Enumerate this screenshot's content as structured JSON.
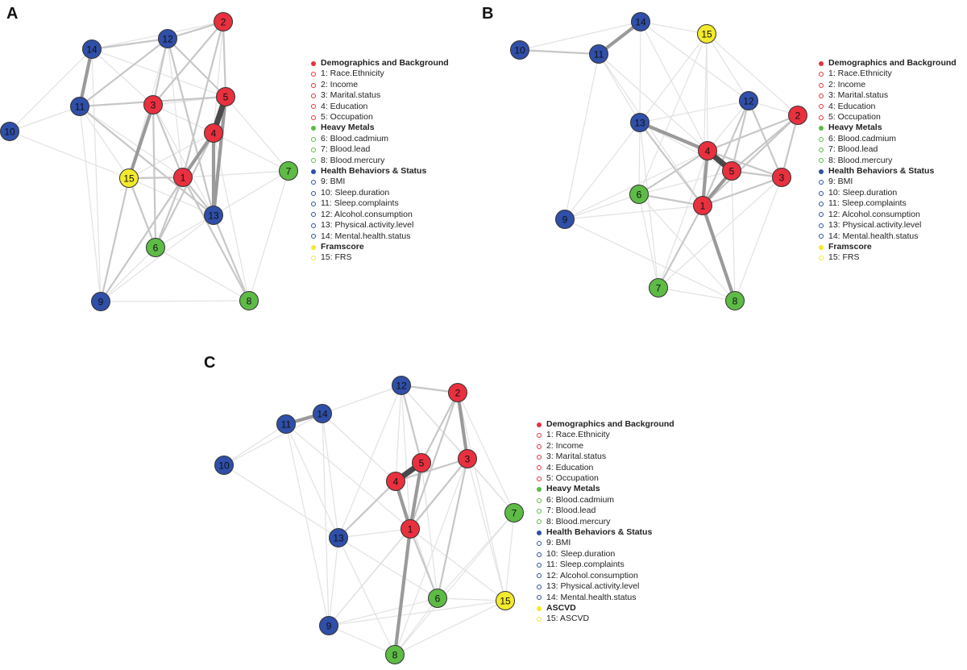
{
  "colors": {
    "demographics": "#e8303f",
    "metals": "#5dbb46",
    "health": "#2f4fa8",
    "score": "#f2ea2c",
    "node_stroke": "#333333"
  },
  "legend_groups": [
    {
      "key": "demographics",
      "title": "Demographics and Background",
      "items": [
        "1: Race.Ethnicity",
        "2: Income",
        "3: Marital.status",
        "4: Education",
        "5: Occupation"
      ]
    },
    {
      "key": "metals",
      "title": "Heavy Metals",
      "items": [
        "6: Blood.cadmium",
        "7: Blood.lead",
        "8: Blood.mercury"
      ]
    },
    {
      "key": "health",
      "title": "Health Behaviors & Status",
      "items": [
        "9: BMI",
        "10: Sleep.duration",
        "11: Sleep.complaints",
        "12: Alcohol.consumption",
        "13: Physical.activity.level",
        "14: Mental.health.status"
      ]
    }
  ],
  "panels": [
    {
      "label": "A",
      "score_title": "Framscore",
      "score_item": "15: FRS",
      "nodes": [
        {
          "id": "1",
          "group": "demographics"
        },
        {
          "id": "2",
          "group": "demographics"
        },
        {
          "id": "3",
          "group": "demographics"
        },
        {
          "id": "4",
          "group": "demographics"
        },
        {
          "id": "5",
          "group": "demographics"
        },
        {
          "id": "6",
          "group": "metals"
        },
        {
          "id": "7",
          "group": "metals"
        },
        {
          "id": "8",
          "group": "metals"
        },
        {
          "id": "9",
          "group": "health"
        },
        {
          "id": "10",
          "group": "health"
        },
        {
          "id": "11",
          "group": "health"
        },
        {
          "id": "12",
          "group": "health"
        },
        {
          "id": "13",
          "group": "health"
        },
        {
          "id": "14",
          "group": "health"
        },
        {
          "id": "15",
          "group": "score"
        }
      ],
      "edges": [
        [
          "4",
          "5",
          3
        ],
        [
          "11",
          "14",
          2
        ],
        [
          "3",
          "15",
          2
        ],
        [
          "1",
          "4",
          2
        ],
        [
          "4",
          "13",
          2
        ],
        [
          "5",
          "13",
          2
        ],
        [
          "1",
          "6",
          1
        ],
        [
          "6",
          "4",
          1
        ],
        [
          "1",
          "3",
          1
        ],
        [
          "3",
          "2",
          1
        ],
        [
          "1",
          "2",
          1
        ],
        [
          "2",
          "5",
          1
        ],
        [
          "2",
          "12",
          1
        ],
        [
          "12",
          "3",
          1
        ],
        [
          "12",
          "13",
          1
        ],
        [
          "12",
          "5",
          1
        ],
        [
          "1",
          "8",
          1
        ],
        [
          "3",
          "6",
          1
        ],
        [
          "1",
          "13",
          1
        ],
        [
          "1",
          "15",
          1
        ],
        [
          "11",
          "13",
          1
        ],
        [
          "11",
          "5",
          1
        ],
        [
          "14",
          "12",
          1
        ],
        [
          "12",
          "11",
          1
        ],
        [
          "13",
          "8",
          1
        ],
        [
          "15",
          "9",
          1
        ],
        [
          "15",
          "6",
          1
        ],
        [
          "9",
          "4",
          1
        ],
        [
          "10",
          "11",
          0
        ],
        [
          "10",
          "14",
          0
        ],
        [
          "10",
          "15",
          0
        ],
        [
          "14",
          "2",
          0
        ],
        [
          "14",
          "3",
          0
        ],
        [
          "14",
          "5",
          0
        ],
        [
          "14",
          "9",
          0
        ],
        [
          "11",
          "15",
          0
        ],
        [
          "11",
          "9",
          0
        ],
        [
          "11",
          "1",
          0
        ],
        [
          "1",
          "7",
          0
        ],
        [
          "7",
          "5",
          0
        ],
        [
          "7",
          "4",
          0
        ],
        [
          "7",
          "8",
          0
        ],
        [
          "7",
          "13",
          0
        ],
        [
          "9",
          "6",
          0
        ],
        [
          "9",
          "13",
          0
        ],
        [
          "9",
          "8",
          0
        ],
        [
          "6",
          "13",
          0
        ],
        [
          "6",
          "8",
          0
        ],
        [
          "3",
          "5",
          0
        ],
        [
          "3",
          "4",
          0
        ],
        [
          "12",
          "15",
          0
        ],
        [
          "12",
          "1",
          0
        ],
        [
          "15",
          "13",
          0
        ],
        [
          "15",
          "4",
          0
        ],
        [
          "2",
          "4",
          0
        ],
        [
          "8",
          "4",
          0
        ],
        [
          "9",
          "1",
          0
        ],
        [
          "3",
          "13",
          0
        ]
      ]
    },
    {
      "label": "B",
      "score_title": "Framscore",
      "score_item": "15: FRS",
      "nodes": [
        {
          "id": "1",
          "group": "demographics"
        },
        {
          "id": "2",
          "group": "demographics"
        },
        {
          "id": "3",
          "group": "demographics"
        },
        {
          "id": "4",
          "group": "demographics"
        },
        {
          "id": "5",
          "group": "demographics"
        },
        {
          "id": "6",
          "group": "metals"
        },
        {
          "id": "7",
          "group": "metals"
        },
        {
          "id": "8",
          "group": "metals"
        },
        {
          "id": "9",
          "group": "health"
        },
        {
          "id": "10",
          "group": "health"
        },
        {
          "id": "11",
          "group": "health"
        },
        {
          "id": "12",
          "group": "health"
        },
        {
          "id": "13",
          "group": "health"
        },
        {
          "id": "14",
          "group": "health"
        },
        {
          "id": "15",
          "group": "score"
        }
      ],
      "edges": [
        [
          "4",
          "5",
          3
        ],
        [
          "11",
          "14",
          2
        ],
        [
          "1",
          "4",
          2
        ],
        [
          "1",
          "5",
          2
        ],
        [
          "13",
          "4",
          2
        ],
        [
          "1",
          "8",
          2
        ],
        [
          "10",
          "11",
          1
        ],
        [
          "1",
          "3",
          1
        ],
        [
          "3",
          "2",
          1
        ],
        [
          "2",
          "5",
          1
        ],
        [
          "5",
          "3",
          1
        ],
        [
          "1",
          "7",
          1
        ],
        [
          "1",
          "6",
          1
        ],
        [
          "4",
          "3",
          1
        ],
        [
          "12",
          "3",
          1
        ],
        [
          "12",
          "5",
          1
        ],
        [
          "12",
          "1",
          1
        ],
        [
          "6",
          "4",
          1
        ],
        [
          "13",
          "1",
          1
        ],
        [
          "4",
          "2",
          1
        ],
        [
          "1",
          "2",
          1
        ],
        [
          "10",
          "14",
          0
        ],
        [
          "14",
          "13",
          0
        ],
        [
          "14",
          "12",
          0
        ],
        [
          "14",
          "4",
          0
        ],
        [
          "14",
          "15",
          0
        ],
        [
          "11",
          "13",
          0
        ],
        [
          "11",
          "9",
          0
        ],
        [
          "11",
          "1",
          0
        ],
        [
          "11",
          "4",
          0
        ],
        [
          "15",
          "13",
          0
        ],
        [
          "15",
          "12",
          0
        ],
        [
          "15",
          "2",
          0
        ],
        [
          "15",
          "6",
          0
        ],
        [
          "15",
          "4",
          0
        ],
        [
          "15",
          "1",
          0
        ],
        [
          "9",
          "13",
          0
        ],
        [
          "9",
          "6",
          0
        ],
        [
          "9",
          "1",
          0
        ],
        [
          "9",
          "4",
          0
        ],
        [
          "9",
          "8",
          0
        ],
        [
          "13",
          "6",
          0
        ],
        [
          "13",
          "12",
          0
        ],
        [
          "13",
          "5",
          0
        ],
        [
          "13",
          "7",
          0
        ],
        [
          "6",
          "7",
          0
        ],
        [
          "6",
          "5",
          0
        ],
        [
          "6",
          "8",
          0
        ],
        [
          "7",
          "8",
          0
        ],
        [
          "7",
          "4",
          0
        ],
        [
          "8",
          "5",
          0
        ],
        [
          "8",
          "3",
          0
        ],
        [
          "12",
          "2",
          0
        ],
        [
          "12",
          "4",
          0
        ],
        [
          "7",
          "3",
          0
        ]
      ]
    },
    {
      "label": "C",
      "score_title": "ASCVD",
      "score_item": "15: ASCVD",
      "nodes": [
        {
          "id": "1",
          "group": "demographics"
        },
        {
          "id": "2",
          "group": "demographics"
        },
        {
          "id": "3",
          "group": "demographics"
        },
        {
          "id": "4",
          "group": "demographics"
        },
        {
          "id": "5",
          "group": "demographics"
        },
        {
          "id": "6",
          "group": "metals"
        },
        {
          "id": "7",
          "group": "metals"
        },
        {
          "id": "8",
          "group": "metals"
        },
        {
          "id": "9",
          "group": "health"
        },
        {
          "id": "10",
          "group": "health"
        },
        {
          "id": "11",
          "group": "health"
        },
        {
          "id": "12",
          "group": "health"
        },
        {
          "id": "13",
          "group": "health"
        },
        {
          "id": "14",
          "group": "health"
        },
        {
          "id": "15",
          "group": "score"
        }
      ],
      "edges": [
        [
          "4",
          "5",
          3
        ],
        [
          "11",
          "14",
          2
        ],
        [
          "4",
          "1",
          2
        ],
        [
          "1",
          "5",
          2
        ],
        [
          "2",
          "3",
          2
        ],
        [
          "1",
          "8",
          2
        ],
        [
          "13",
          "4",
          1
        ],
        [
          "1",
          "3",
          1
        ],
        [
          "5",
          "2",
          1
        ],
        [
          "1",
          "6",
          1
        ],
        [
          "5",
          "12",
          1
        ],
        [
          "4",
          "3",
          1
        ],
        [
          "12",
          "2",
          1
        ],
        [
          "1",
          "2",
          1
        ],
        [
          "6",
          "3",
          1
        ],
        [
          "10",
          "11",
          0
        ],
        [
          "10",
          "14",
          0
        ],
        [
          "10",
          "13",
          0
        ],
        [
          "14",
          "12",
          0
        ],
        [
          "14",
          "4",
          0
        ],
        [
          "14",
          "13",
          0
        ],
        [
          "14",
          "9",
          0
        ],
        [
          "11",
          "13",
          0
        ],
        [
          "11",
          "1",
          0
        ],
        [
          "11",
          "9",
          0
        ],
        [
          "12",
          "4",
          0
        ],
        [
          "12",
          "3",
          0
        ],
        [
          "12",
          "1",
          0
        ],
        [
          "12",
          "13",
          0
        ],
        [
          "12",
          "7",
          0
        ],
        [
          "2",
          "7",
          0
        ],
        [
          "2",
          "15",
          0
        ],
        [
          "3",
          "7",
          0
        ],
        [
          "3",
          "15",
          0
        ],
        [
          "7",
          "15",
          0
        ],
        [
          "7",
          "6",
          0
        ],
        [
          "7",
          "8",
          0
        ],
        [
          "13",
          "1",
          0
        ],
        [
          "13",
          "9",
          0
        ],
        [
          "13",
          "6",
          0
        ],
        [
          "13",
          "8",
          0
        ],
        [
          "9",
          "1",
          0
        ],
        [
          "9",
          "6",
          0
        ],
        [
          "9",
          "8",
          0
        ],
        [
          "9",
          "3",
          0
        ],
        [
          "6",
          "15",
          0
        ],
        [
          "6",
          "8",
          0
        ],
        [
          "1",
          "15",
          0
        ],
        [
          "5",
          "6",
          0
        ],
        [
          "4",
          "6",
          0
        ],
        [
          "8",
          "3",
          0
        ],
        [
          "15",
          "8",
          0
        ],
        [
          "9",
          "15",
          0
        ]
      ]
    }
  ]
}
